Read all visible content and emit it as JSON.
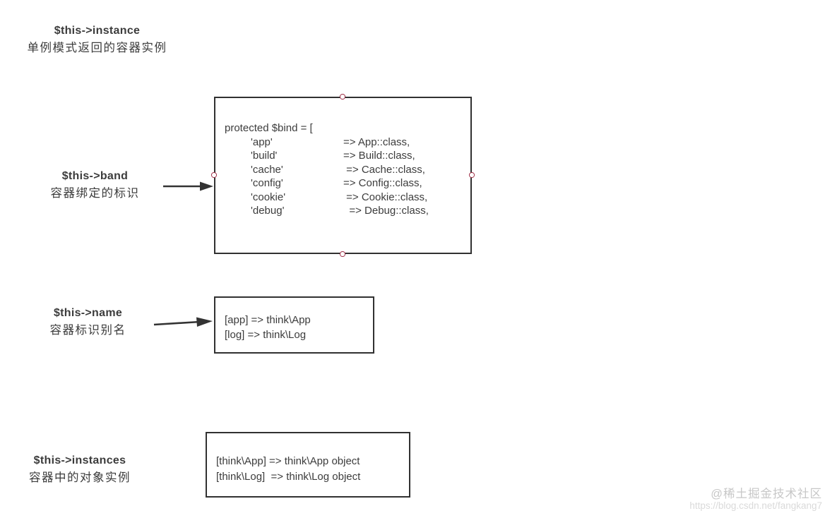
{
  "annotations": {
    "instance": {
      "code": "$this->instance",
      "desc": "单例模式返回的容器实例"
    },
    "band": {
      "code": "$this->band",
      "desc": "容器绑定的标识"
    },
    "name": {
      "code": "$this->name",
      "desc": "容器标识别名"
    },
    "instances": {
      "code": "$this->instances",
      "desc": "容器中的对象实例"
    }
  },
  "bind_box": {
    "header": "protected $bind = [",
    "entries": [
      {
        "key": "'app'",
        "value": "=> App::class,"
      },
      {
        "key": "'build'",
        "value": "=> Build::class,"
      },
      {
        "key": "'cache'",
        "value": " => Cache::class,"
      },
      {
        "key": "'config'",
        "value": "=> Config::class,"
      },
      {
        "key": "'cookie'",
        "value": " => Cookie::class,"
      },
      {
        "key": "'debug'",
        "value": "  => Debug::class,"
      }
    ]
  },
  "name_box": {
    "lines": [
      "[app] => think\\App",
      "[log] => think\\Log"
    ]
  },
  "instances_box": {
    "lines": [
      "[think\\App] => think\\App object",
      "[think\\Log]  => think\\Log object"
    ]
  },
  "watermark": {
    "line1": "@稀土掘金技术社区",
    "line2": "https://blog.csdn.net/fangkang7"
  },
  "colors": {
    "box_border": "#313131",
    "arrow": "#333333",
    "handle_ring": "#a03048",
    "text": "#3c3c3c",
    "watermark_line1": "#c7c7c7",
    "watermark_line2": "#dadada"
  }
}
